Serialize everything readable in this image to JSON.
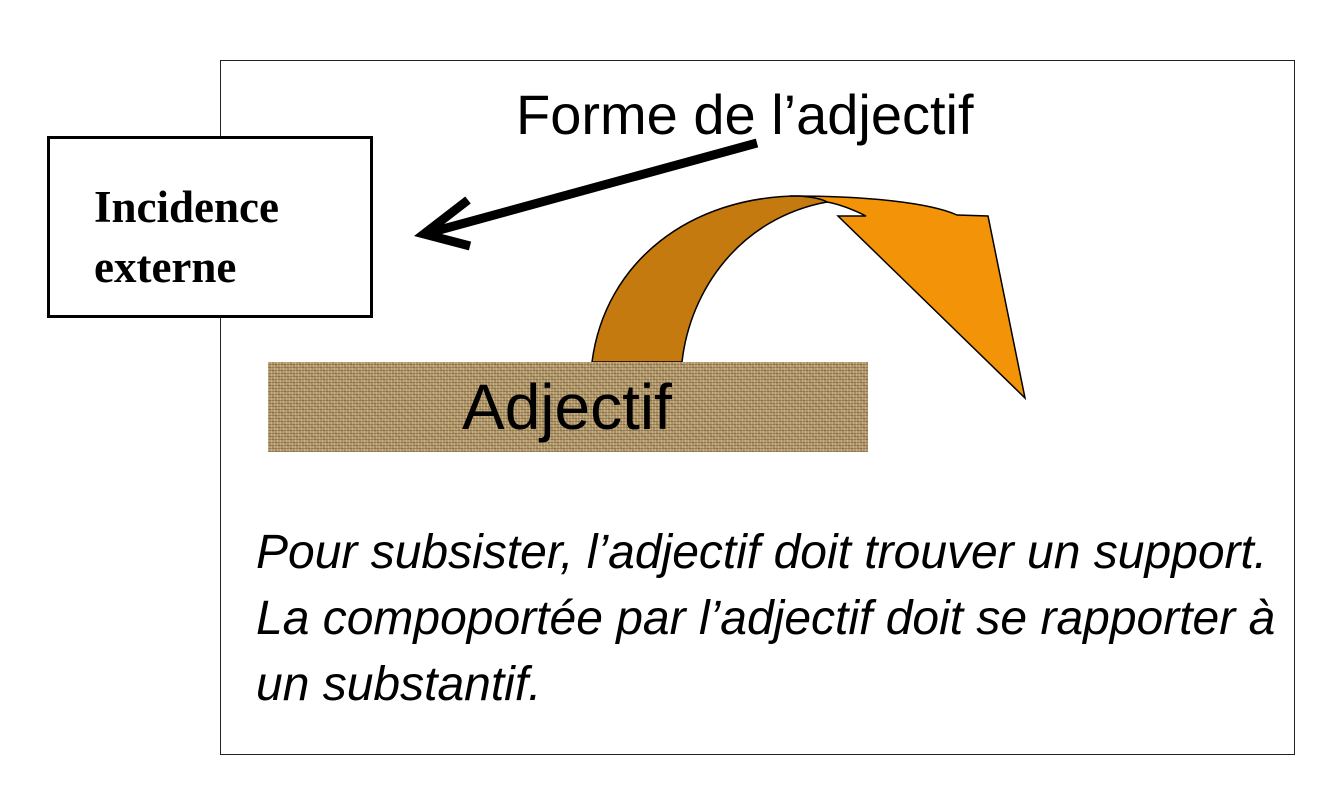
{
  "title": "Forme de l’adjectif",
  "incidence_box": {
    "line1": "Incidence",
    "line2": "externe"
  },
  "adjective_label": "Adjectif",
  "paragraph": "Pour subsister, l’adjectif doit trouver un support. La compoportée par l’adjectif doit se rapporter à un substantif.",
  "colors": {
    "arrow_dark": "#c47a0e",
    "arrow_light": "#f39408",
    "texture": "#b49a6c"
  }
}
